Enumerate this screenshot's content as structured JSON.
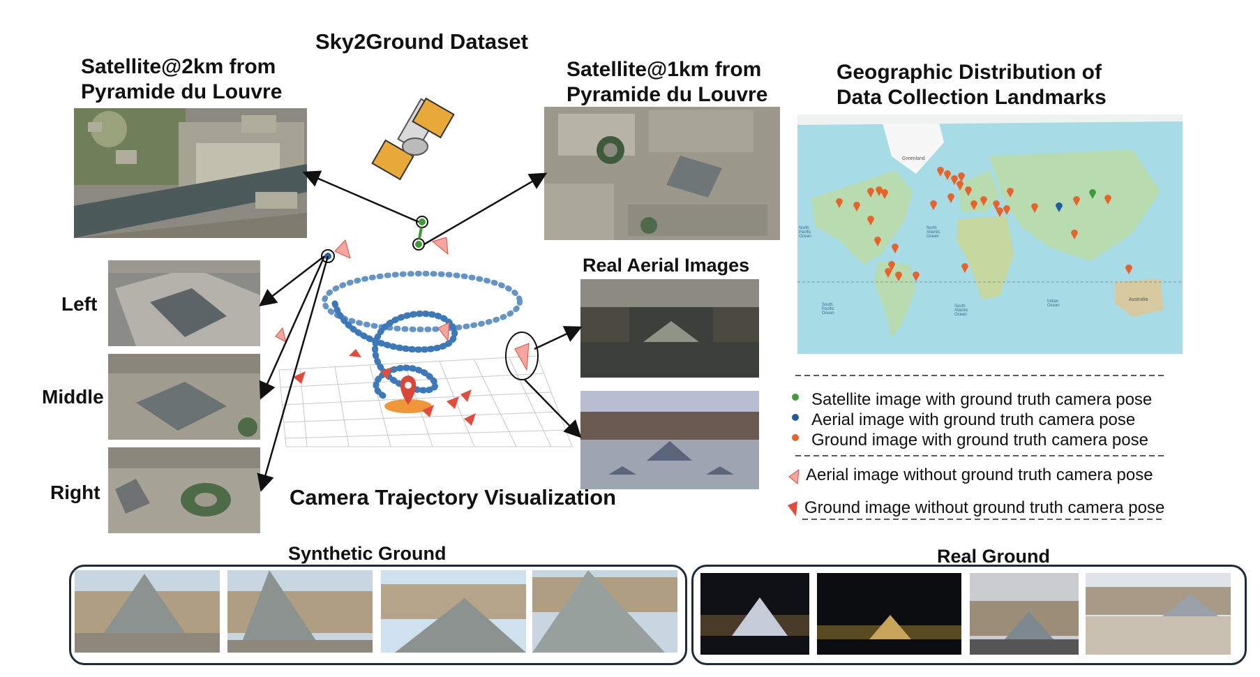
{
  "titles": {
    "dataset": "Sky2Ground Dataset",
    "satellite_2km": "Satellite@2km from\nPyramide du Louvre",
    "satellite_1km": "Satellite@1km from\nPyramide du Louvre",
    "real_aerial": "Real Aerial Images",
    "trajectory": "Camera Trajectory Visualization",
    "geo": "Geographic Distribution of\nData Collection Landmarks",
    "synthetic_ground": "Synthetic Ground",
    "real_ground": "Real Ground"
  },
  "aerial_views": {
    "left": "Left",
    "middle": "Middle",
    "right": "Right"
  },
  "legend": {
    "satellite_gt": "Satellite image with ground truth camera pose",
    "aerial_gt": "Aerial image with ground truth camera pose",
    "ground_gt": "Ground image with ground truth camera pose",
    "aerial_no_gt": "Aerial image without ground truth camera pose",
    "ground_no_gt": "Ground image without ground truth camera pose"
  },
  "map_labels": {
    "greenland": "Greenland",
    "north_pacific": "North\nPacific\nOcean",
    "north_atlantic": "North\nAtlantic\nOcean",
    "south_pacific": "South\nPacific\nOcean",
    "south_atlantic": "South\nAtlantic\nOcean",
    "indian": "Indian\nOcean",
    "australia": "Australia"
  },
  "colors": {
    "satellite_marker": "#3f9a37",
    "aerial_marker": "#215a9e",
    "ground_marker": "#e8632a",
    "pose_red": "#e34b3c",
    "ocean": "#a7dbe6",
    "land": "#b8dcb0"
  },
  "map_markers": [
    {
      "kind": "ground",
      "label": ""
    },
    {
      "kind": "aerial",
      "label": ""
    },
    {
      "kind": "satellite",
      "label": ""
    }
  ]
}
